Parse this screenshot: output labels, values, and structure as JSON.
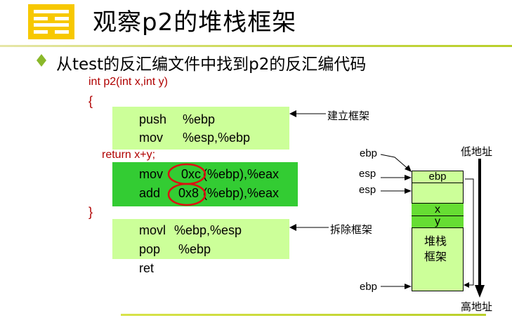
{
  "title": "观察p2的堆栈框架",
  "subtitle": "从test的反汇编文件中找到p2的反汇编代码",
  "code": {
    "signature": "int p2(int x,int y)",
    "open_brace": "{",
    "push_op": "push",
    "push_arg": "%ebp",
    "mov1_op": "mov",
    "mov1_arg": "%esp,%ebp",
    "return_stmt": "return x+y;",
    "mov2_op": "mov",
    "mov2_off": "0xc",
    "mov2_rest": "(%ebp),%eax",
    "add_op": "add",
    "add_off": "0x8",
    "add_rest": "(%ebp),%eax",
    "close_brace": "}",
    "movl_op": "movl",
    "movl_arg": "%ebp,%esp",
    "pop_op": "pop",
    "pop_arg": "%ebp",
    "ret_op": "ret"
  },
  "annotations": {
    "setup_frame": "建立框架",
    "teardown_frame": "拆除框架"
  },
  "stack": {
    "low_addr": "低地址",
    "high_addr": "高地址",
    "ptr_ebp_top": "ebp",
    "ptr_esp_1": "esp",
    "ptr_esp_2": "esp",
    "ptr_ebp_bottom": "ebp",
    "cell_ebp": "ebp",
    "cell_x": "x",
    "cell_y": "y",
    "frame_label_1": "堆栈",
    "frame_label_2": "框架"
  },
  "colors": {
    "light_green": "#ccff99",
    "dark_green": "#33cc33",
    "cell_green": "#66dd33",
    "code_red": "#b00000",
    "circle_red": "#dd1111"
  }
}
